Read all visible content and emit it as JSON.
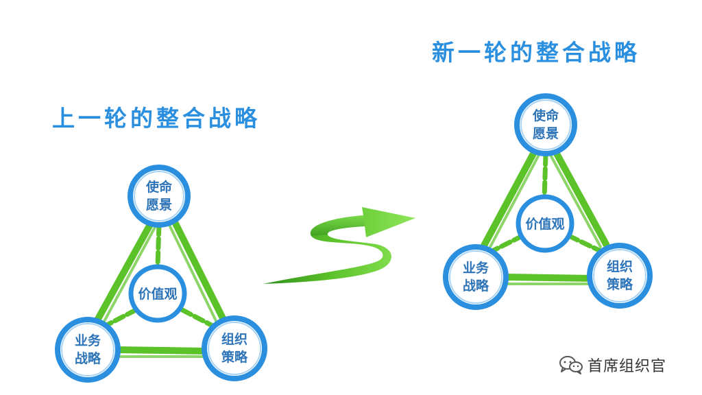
{
  "left_diagram": {
    "title": "上一轮的整合战略",
    "nodes": {
      "top": [
        "使命",
        "愿景"
      ],
      "center": [
        "价值观"
      ],
      "left": [
        "业务",
        "战略"
      ],
      "right": [
        "组织",
        "策略"
      ]
    }
  },
  "right_diagram": {
    "title": "新一轮的整合战略",
    "nodes": {
      "top": [
        "使命",
        "愿景"
      ],
      "center": [
        "价值观"
      ],
      "left": [
        "业务",
        "战略"
      ],
      "right": [
        "组织",
        "策略"
      ]
    }
  },
  "watermark": {
    "text": "首席组织官",
    "icon": "wechat-icon"
  },
  "colors": {
    "title": "#2b8fe0",
    "ring": "#2b8fe0",
    "connector": "#5cc22a",
    "arrow": "#63cf3a",
    "node_text": "#2e74b8"
  }
}
